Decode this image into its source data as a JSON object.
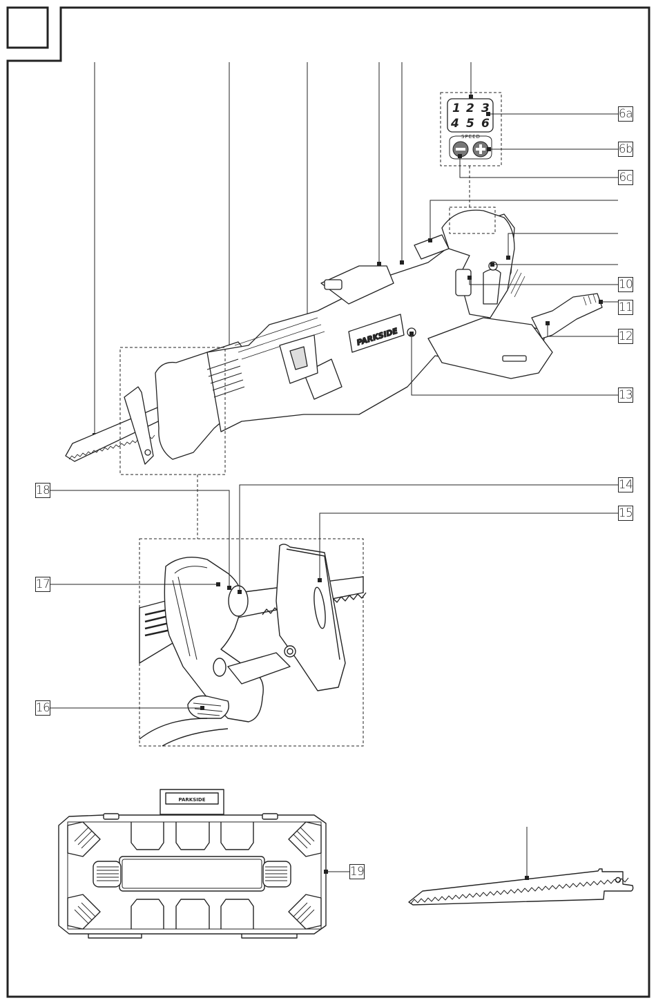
{
  "figure": {
    "title_box": "",
    "keypad": {
      "digits": [
        "1",
        "2",
        "3",
        "4",
        "5",
        "6"
      ],
      "mode_label": "SPEED",
      "minus_symbol": "−",
      "plus_symbol": "+"
    },
    "brand_label": "PARKSIDE",
    "case_brand_label": "PARKSIDE",
    "callouts": [
      {
        "id": "6a",
        "label": "6a"
      },
      {
        "id": "6b",
        "label": "6b"
      },
      {
        "id": "6c",
        "label": "6c"
      },
      {
        "id": "10",
        "label": "10"
      },
      {
        "id": "11",
        "label": "11"
      },
      {
        "id": "12",
        "label": "12"
      },
      {
        "id": "13",
        "label": "13"
      },
      {
        "id": "14",
        "label": "14"
      },
      {
        "id": "15",
        "label": "15"
      },
      {
        "id": "16",
        "label": "16"
      },
      {
        "id": "17",
        "label": "17"
      },
      {
        "id": "18",
        "label": "18"
      },
      {
        "id": "19",
        "label": "19"
      }
    ],
    "colors": {
      "ink": "#222222",
      "button_fill": "#777777",
      "background": "#ffffff"
    }
  }
}
